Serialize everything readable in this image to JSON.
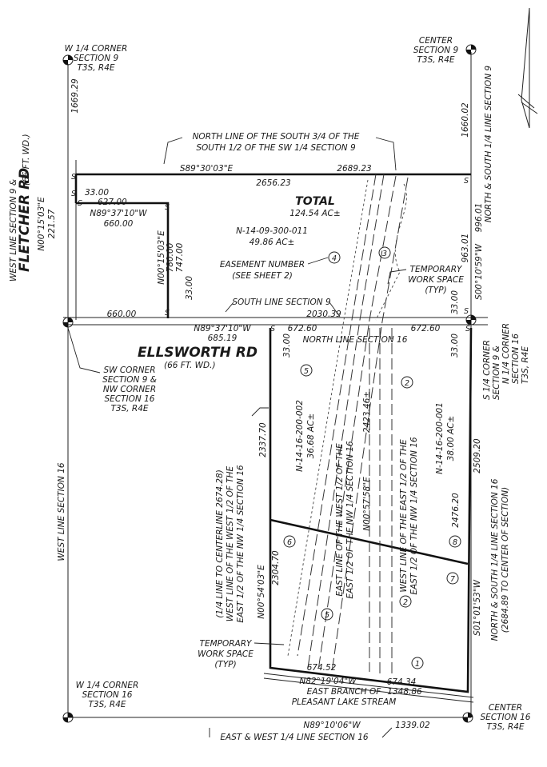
{
  "corners": {
    "w14_sec9": [
      "W 1/4 CORNER",
      "SECTION 9",
      "T3S, R4E"
    ],
    "center_sec9": [
      "CENTER",
      "SECTION 9",
      "T3S, R4E"
    ],
    "sw_sec9": [
      "SW CORNER",
      "SECTION 9 &",
      "NW CORNER",
      "SECTION 16",
      "T3S, R4E"
    ],
    "s14_sec9": [
      "S 1/4 CORNER",
      "SECTION 9 &",
      "N 1/4 CORNER",
      "SECTION 16",
      "T3S, R4E"
    ],
    "w14_sec16": [
      "W 1/4 CORNER",
      "SECTION 16",
      "T3S, R4E"
    ],
    "center_sec16": [
      "CENTER",
      "SECTION 16",
      "T3S, R4E"
    ]
  },
  "roads": {
    "fletcher": "FLETCHER RD",
    "fletcher_width": "(66 FT. WD.)",
    "fletcher_line": "WEST LINE SECTION 9 &",
    "ellsworth": "ELLSWORTH RD",
    "ellsworth_width": "(66 FT. WD.)"
  },
  "lines": {
    "north_line": [
      "NORTH LINE OF THE SOUTH 3/4 OF THE",
      "SOUTH 1/2 OF THE SW 1/4 SECTION 9"
    ],
    "south_line_sec9": "SOUTH LINE SECTION 9",
    "north_line_sec16": "NORTH LINE SECTION 16",
    "west_line_sec16": "WEST LINE SECTION 16",
    "ns14_sec9": "NORTH & SOUTH 1/4 LINE SECTION 9",
    "ns14_sec16": [
      "NORTH & SOUTH 1/4 LINE SECTION 16",
      "(2684.89 TO CENTER OF SECTION)"
    ],
    "ew14_sec16": "EAST & WEST 1/4 LINE SECTION 16",
    "centerline": [
      "(1/4 LINE TO CENTERLINE 2674.28)",
      "WEST LINE OF THE WEST 1/2 OF THE",
      "EAST 1/2 OF THE NW 1/4 SECTION 16"
    ],
    "east_line_w12": [
      "EAST LINE OF THE WEST 1/2 OF THE",
      "EAST 1/2 OF THE NW 1/4 SECTION 16"
    ],
    "west_line_e12": [
      "WEST LINE OF THE EAST 1/2 OF THE",
      "EAST 1/2 OF THE NW 1/4 SECTION 16"
    ],
    "stream": [
      "EAST BRANCH OF",
      "PLEASANT LAKE STREAM"
    ]
  },
  "parcels": {
    "total_title": "TOTAL",
    "total_area": "124.54 AC±",
    "p1_id": "N-14-09-300-011",
    "p1_area": "49.86 AC±",
    "p2_id": "N-14-16-200-002",
    "p2_area": "36.68 AC±",
    "p3_id": "N-14-16-200-001",
    "p3_area": "38.00 AC±"
  },
  "notes": {
    "easement": [
      "EASEMENT NUMBER",
      "(SEE SHEET 2)"
    ],
    "temp_ws": [
      "TEMPORARY",
      "WORK SPACE",
      "(TYP)"
    ],
    "temp_ws2": [
      "TEMPORARY",
      "WORK SPACE",
      "(TYP)"
    ]
  },
  "bubbles": [
    "1",
    "2",
    "2",
    "3",
    "4",
    "5",
    "5",
    "6",
    "7",
    "8"
  ],
  "dims": {
    "d1669": "1669.29",
    "d1660": "1660.02",
    "bearing_n": "S89°30'03\"E",
    "d2656": "2656.23",
    "d2689": "2689.23",
    "d3300a": "33.00",
    "d627": "627.00",
    "brg_n89_a": "N89°37'10\"W",
    "d660a": "660.00",
    "brg_n00_a": "N00°15'03\"E",
    "d221": "221.57",
    "d780": "780.00",
    "brg_n00_b": "N00°15'03\"E",
    "d747": "747.00",
    "d3300b": "33.00",
    "d996": "996.01",
    "d963": "963.01",
    "brg_s00": "S00°10'59\"W",
    "d3300c": "33.00",
    "d660b": "660.00",
    "d2030": "2030.39",
    "brg_n89_b": "N89°37'10\"W",
    "d685": "685.19",
    "d672a": "672.60",
    "d672b": "672.60",
    "d3300d": "33.00",
    "d3300e": "33.00",
    "d2337": "2337.70",
    "d2423": "2423.46±",
    "brg_n00_c": "N00°57'58\"E",
    "d2509": "2509.20",
    "d2476": "2476.20",
    "d2304": "2304.70",
    "brg_n00_d": "N00°54'03\"E",
    "brg_s01": "S01°01'53\"W",
    "d674a": "674.52",
    "d674b": "674.34",
    "brg_n82": "N82°19'04\"W",
    "d1348": "1348.86",
    "brg_n89_c": "N89°10'06\"W",
    "d1339": "1339.02",
    "s": "S"
  }
}
